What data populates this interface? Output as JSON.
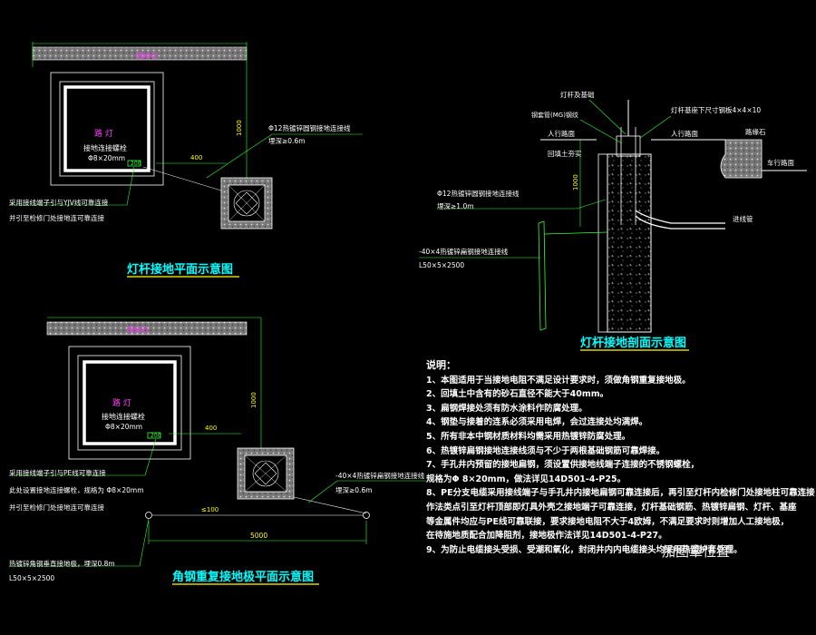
{
  "top_plan": {
    "curb": "路缘石",
    "lamp": "路 灯",
    "ground_label": "接地连接螺栓",
    "ground_spec": "Φ8×20mm",
    "dim_200": "200",
    "dim_400": "400",
    "dim_1000": "1000",
    "steel_note_1": "Φ12热镀锌圆钢接地连接线",
    "steel_note_2": "埋深≥0.6m",
    "wire_note_1": "采用接线端子引与YJV线可靠连接",
    "wire_note_2": "并引至检修门处接地连可靠连接",
    "title": "灯杆接地平面示意图"
  },
  "section": {
    "top_lamp": "灯杆及基础",
    "conduit": "钢套管(MG)钢纹",
    "bolt": "灯杆基座下尺寸钢板4×4×10",
    "sidewalk_l": "人行路面",
    "sidewalk_r": "人行路面",
    "curb": "路缘石",
    "lane": "车行路面",
    "backfill": "回填土夯实",
    "dim_1000": "1000",
    "steel_1": "Φ12热镀锌圆钢接地连接线",
    "steel_2": "埋深≥1.0m",
    "conduit_pipe": "进线管",
    "angle_1": "-40×4热镀锌扁钢接地连接线",
    "angle_2": "L50×5×2500",
    "title": "灯杆接地剖面示意图"
  },
  "bottom_plan": {
    "curb": "路缘石",
    "lamp": "路 灯",
    "ground_label": "接地连接螺栓",
    "ground_spec": "Φ8×20mm",
    "dim_200": "200",
    "dim_400": "400",
    "dim_1000": "1000",
    "dim_100": "≤100",
    "dim_5000": "5000",
    "flat_1": "-40×4热镀锌扁钢接地连接线",
    "flat_2": "埋深≥0.6m",
    "wire_1": "采用接线端子引与PE线可靠连接",
    "wire_2": "此处设置接地连接螺栓，规格为 Φ8×20mm",
    "wire_3": "并引至检修门处接地连可靠连接",
    "angle_1": "热镀锌角钢垂直接地极，埋深0.8m",
    "angle_2": "L50×5×2500",
    "title": "角钢重复接地极平面示意图"
  },
  "notes": {
    "title": "说明：",
    "items": [
      "1、本图适用于当接地电阻不满足设计要求时，须做角钢重复接地极。",
      "2、回填土中含有的砂石直径不能大于40mm。",
      "3、扁钢焊接处须有防水涂料作防腐处理。",
      "4、钢垫与接着的连系必须采用电焊，会过连接处均满焊。",
      "5、所有非本中钢材质材料均需采用热镀锌防腐处理。",
      "6、热镀锌扁钢接地连接线须与不少于两根基础钢筋可靠焊接。",
      "7、手孔井内预留的接地扁钢，须设置供接地线端子连接的不锈钢螺栓，",
      "   规格为Φ 8×20mm，做法详见14D501-4-P25。",
      "8、PE分支电缆采用接线端子与手孔井内接地扁钢可靠连接后，再引至灯杆内检修门处接地柱可靠连接，",
      "   作法类点引至灯杆顶部即灯具外壳之接地端子可靠连接，灯杆基础钢筋、热镀锌扁钢、灯杆、基座",
      "   等金属件均应与PE线可靠联接，要求接地电阻不大于4欧姆，不满足要求时则增加人工接地极，",
      "   在待施地质配合加降阻剂，接地极作法详见14D501-4-P27。",
      "9、为防止电缆接头受损、受潮和氧化，封闭井内内电缆接头均采用热塑护套处理。"
    ],
    "stamp": "加图章位置"
  },
  "colors": {
    "green": "#32ff32",
    "cyan": "#00ffff",
    "magenta": "#ff3cff",
    "yellow": "#ffff00",
    "white": "#ffffff",
    "gray": "#8a8a8a"
  }
}
